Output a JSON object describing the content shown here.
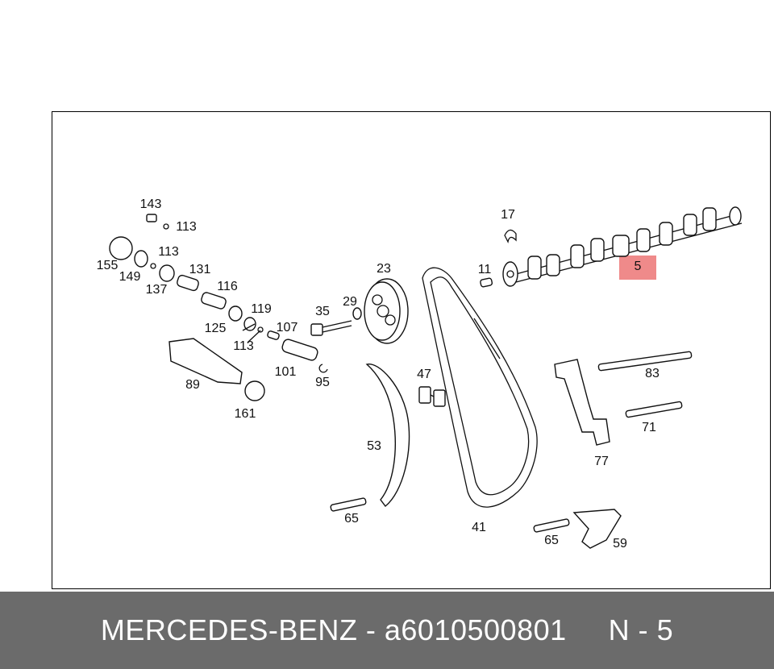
{
  "diagram": {
    "highlighted_part": "5",
    "labels": {
      "l143": "143",
      "l113a": "113",
      "l113b": "113",
      "l113c": "113",
      "l155": "155",
      "l149": "149",
      "l137": "137",
      "l131": "131",
      "l116": "116",
      "l125": "125",
      "l119": "119",
      "l107": "107",
      "l101": "101",
      "l95": "95",
      "l89": "89",
      "l161": "161",
      "l35": "35",
      "l29": "29",
      "l23": "23",
      "l11": "11",
      "l17": "17",
      "l5": "5",
      "l47": "47",
      "l53": "53",
      "l65a": "65",
      "l65b": "65",
      "l41": "41",
      "l83": "83",
      "l71": "71",
      "l77": "77",
      "l59": "59"
    }
  },
  "footer": {
    "brand": "MERCEDES-BENZ",
    "dash": "-",
    "part_number": "a6010500801",
    "position": "N - 5"
  },
  "colors": {
    "footer_bg": "#6b6b6b",
    "highlight": "#ef8a8a"
  }
}
